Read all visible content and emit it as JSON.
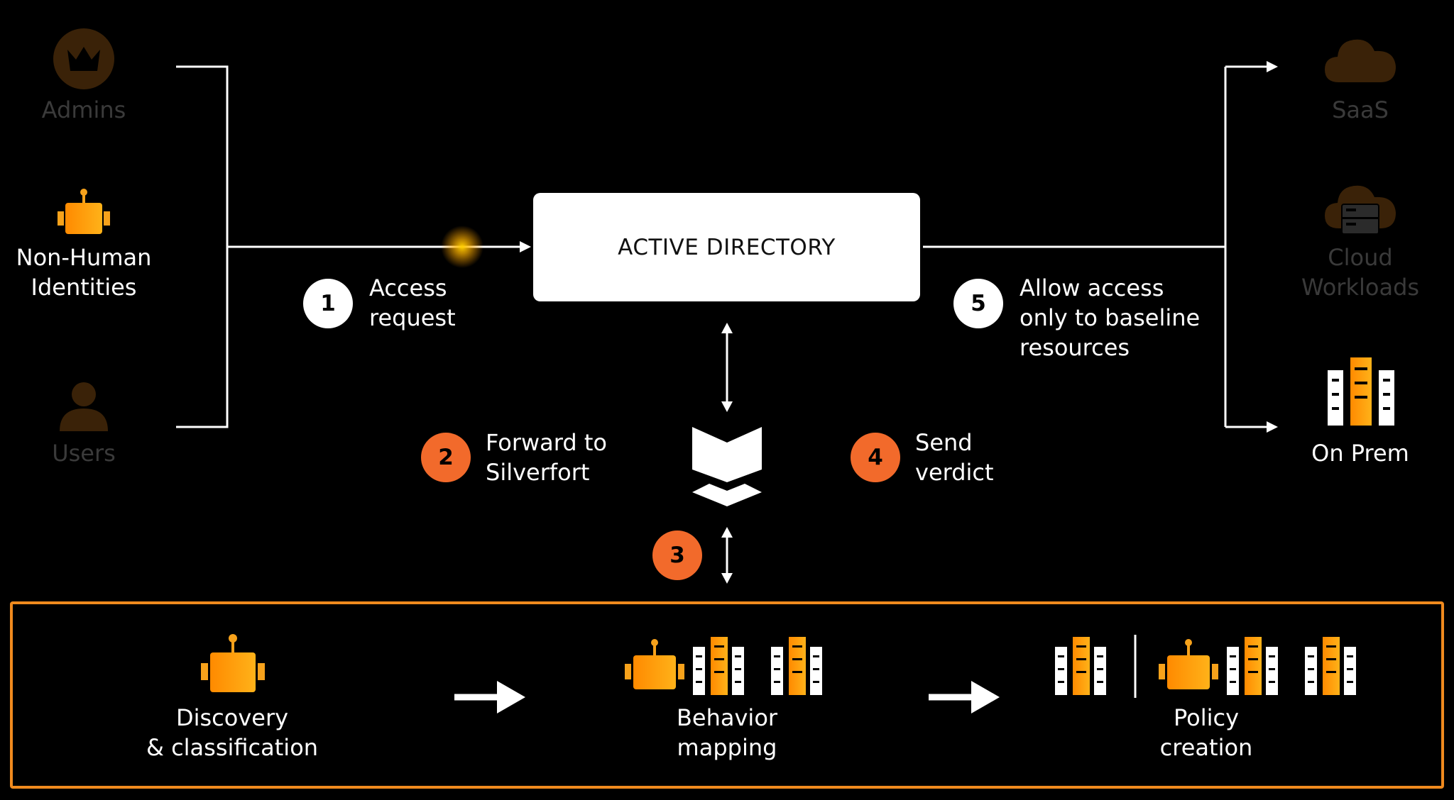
{
  "colors": {
    "background": "#000000",
    "accent_orange": "#f7a21b",
    "accent_red_orange": "#f26a2b",
    "dim_gray": "#3a3a3a",
    "line_white": "#ffffff"
  },
  "sources": {
    "admins": "Admins",
    "non_human_line1": "Non-Human",
    "non_human_line2": "Identities",
    "users": "Users"
  },
  "center": {
    "active_directory": "ACTIVE DIRECTORY"
  },
  "destinations": {
    "saas": "SaaS",
    "cloud_line1": "Cloud",
    "cloud_line2": "Workloads",
    "on_prem": "On Prem"
  },
  "steps": [
    {
      "number": "1",
      "line1": "Access",
      "line2": "request",
      "line3": ""
    },
    {
      "number": "2",
      "line1": "Forward to",
      "line2": "Silverfort",
      "line3": ""
    },
    {
      "number": "3",
      "line1": "",
      "line2": "",
      "line3": ""
    },
    {
      "number": "4",
      "line1": "Send",
      "line2": "verdict",
      "line3": ""
    },
    {
      "number": "5",
      "line1": "Allow access",
      "line2": "only to baseline",
      "line3": "resources"
    }
  ],
  "stages": {
    "discovery_line1": "Discovery",
    "discovery_line2": "& classification",
    "behavior_line1": "Behavior",
    "behavior_line2": "mapping",
    "policy_line1": "Policy",
    "policy_line2": "creation"
  },
  "icons": {
    "admins": "crown-icon",
    "non_human": "robot-icon",
    "users": "person-icon",
    "saas": "cloud-icon",
    "cloud_workloads": "cloud-server-icon",
    "on_prem": "server-rack-icon",
    "silverfort": "silverfort-logo-icon"
  }
}
